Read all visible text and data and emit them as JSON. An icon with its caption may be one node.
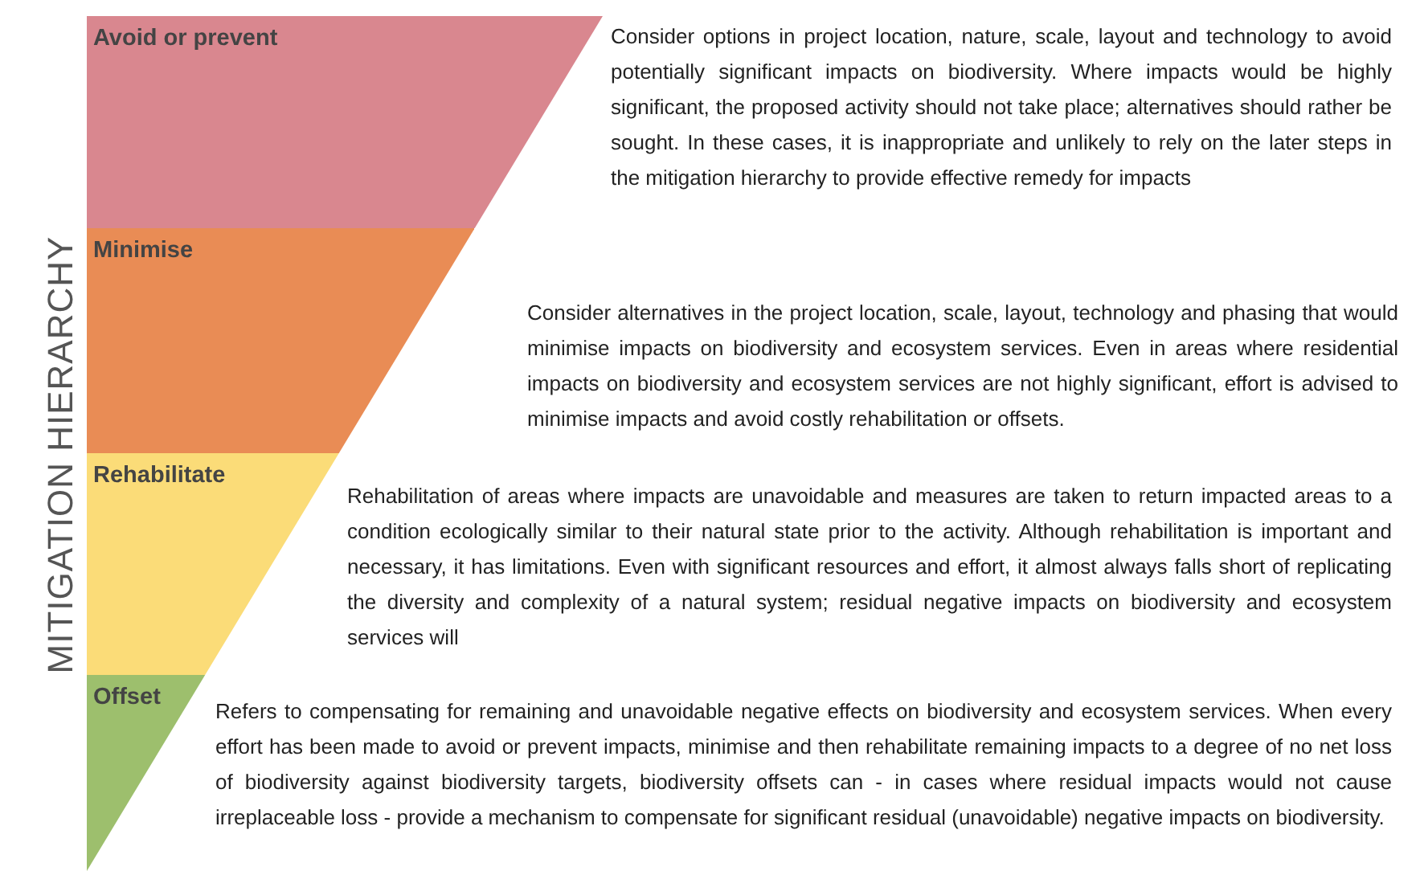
{
  "diagram": {
    "title": "MITIGATION HIERARCHY",
    "nodes": [
      {
        "text": [
          "Avoid or prevent"
        ],
        "beside": [
          "Consider options in project location, nature, scale, layout and technology to avoid potentially significant impacts on biodiversity. Where impacts would be highly significant, the proposed activity should not take place; alternatives should rather be sought. In these cases, it is inappropriate and unlikely to rely on the later steps in the mitigation hierarchy to provide effective remedy for impacts"
        ]
      },
      {
        "text": [
          "Minimise"
        ],
        "beside": [
          "Consider alternatives in the project location, scale, layout, technology and phasing that would minimise impacts on biodiversity and ecosystem services. Even in areas where residential impacts on biodiversity and ecosystem services are not highly significant, effort is advised to minimise impacts and avoid costly rehabilitation or offsets."
        ]
      },
      {
        "text": [
          "Rehabilitate"
        ],
        "beside": [
          "Rehabilitation of areas where impacts are unavoidable and measures are taken to return impacted areas to a condition ecologically similar to their natural state prior to the activity. Although rehabilitation is important and necessary, it has limitations. Even with significant resources and effort, it almost always falls short of replicating the diversity and complexity of a natural system; residual negative impacts on biodiversity and ecosystem services will"
        ]
      },
      {
        "text": [
          "Offset"
        ],
        "beside": [
          "Refers to compensating for remaining and unavoidable negative effects on biodiversity and ecosystem services. When every effort has been made to avoid or prevent impacts, minimise and then rehabilitate remaining impacts to a degree of no net loss of biodiversity against biodiversity targets, biodiversity offsets can - in cases where residual impacts would not cause irreplaceable loss - provide a mechanism to compensate for significant residual (unavoidable) negative impacts on biodiversity."
        ]
      }
    ],
    "edges": []
  }
}
